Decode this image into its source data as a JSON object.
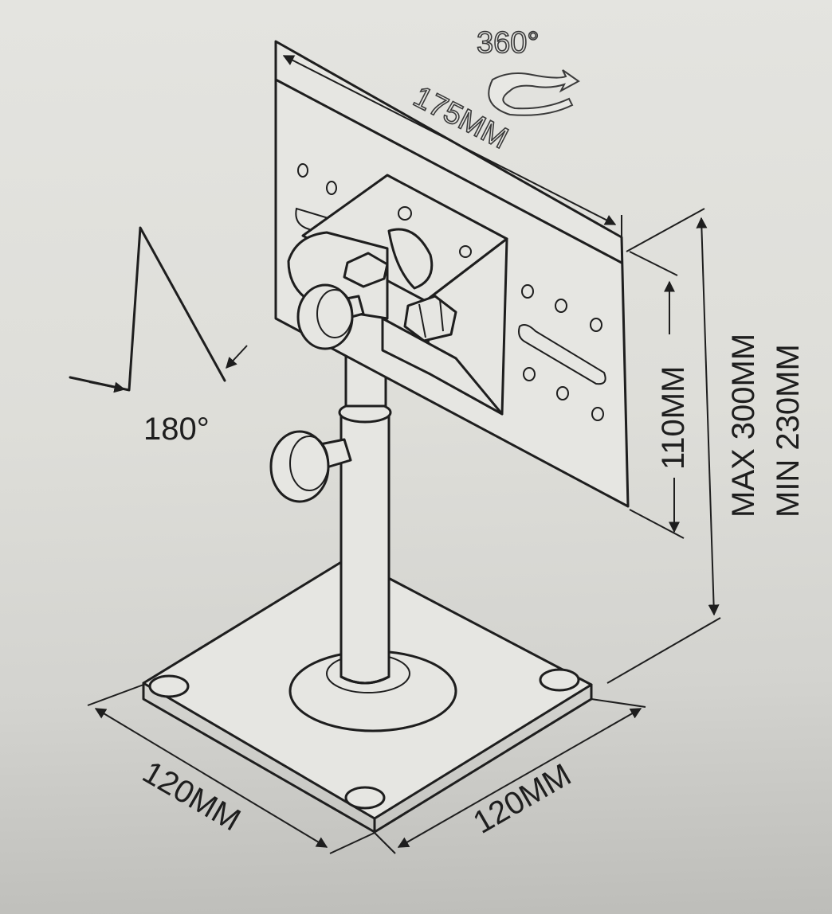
{
  "labels": {
    "rotation_top": "360°",
    "rotation_side": "180°",
    "width_top": "175MM",
    "plate_height": "110MM",
    "height_max": "MAX 300MM",
    "height_min": "MIN 230MM",
    "base_left": "120MM",
    "base_right": "120MM"
  }
}
